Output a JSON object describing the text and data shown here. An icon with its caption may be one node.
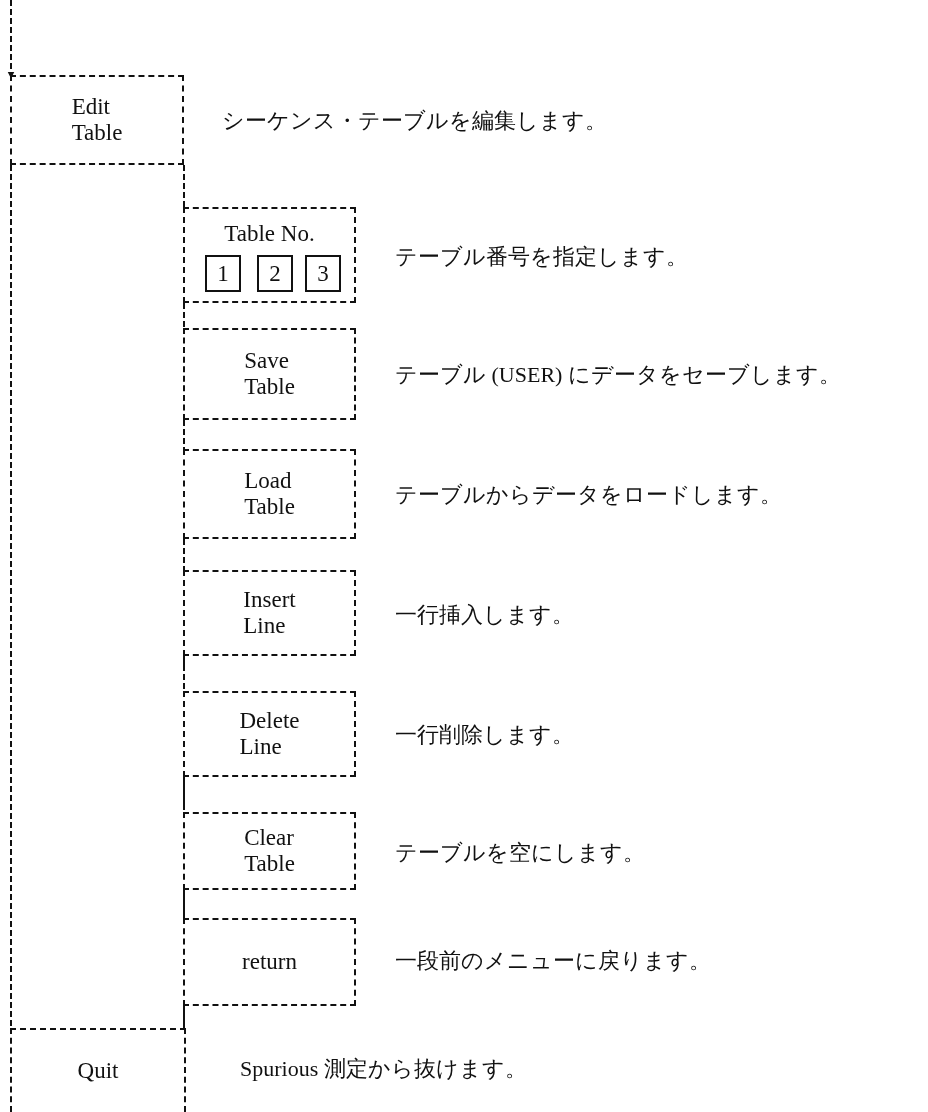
{
  "diagram": {
    "nodes": [
      {
        "text": [
          "Edit Table"
        ],
        "beside": [
          "シーケンス・テーブルを編集します。"
        ]
      },
      {
        "text": [
          "Table No."
        ],
        "beside": [
          "テーブル番号を指定します。"
        ]
      },
      {
        "text": [
          "1"
        ],
        "in": 1
      },
      {
        "text": [
          "2"
        ],
        "in": 1
      },
      {
        "text": [
          "3"
        ],
        "in": 1
      },
      {
        "text": [
          "Save Table"
        ],
        "beside": [
          "テーブル (USER) にデータをセーブします。"
        ]
      },
      {
        "text": [
          "Load Table"
        ],
        "beside": [
          "テーブルからデータをロードします。"
        ]
      },
      {
        "text": [
          "Insert Line"
        ],
        "beside": [
          "一行挿入します。"
        ]
      },
      {
        "text": [
          "Delete Line"
        ],
        "beside": [
          "一行削除します。"
        ]
      },
      {
        "text": [
          "Clear Table"
        ],
        "beside": [
          "テーブルを空にします。"
        ]
      },
      {
        "text": [
          "return"
        ],
        "beside": [
          "一段前のメニューに戻ります。"
        ]
      },
      {
        "text": [
          "Quit"
        ],
        "beside": [
          "Spurious 測定から抜けます。"
        ]
      }
    ],
    "edges": [
      {
        "from": null,
        "to": 0,
        "arrow": "to",
        "style": "dashed"
      },
      {
        "from": 0,
        "to": 11,
        "arrow": "none",
        "style": "dashed"
      },
      {
        "from": 0,
        "to": 1,
        "arrow": "none",
        "style": "dashed"
      },
      {
        "from": 1,
        "to": 5,
        "arrow": "none",
        "style": "dashed"
      },
      {
        "from": 5,
        "to": 6,
        "arrow": "none",
        "style": "dashed"
      },
      {
        "from": 6,
        "to": 7,
        "arrow": "none",
        "style": "dashed"
      },
      {
        "from": 7,
        "to": 8,
        "arrow": "none",
        "style": "dashed"
      },
      {
        "from": 8,
        "to": 9,
        "arrow": "none",
        "style": "dashed"
      },
      {
        "from": 9,
        "to": 10,
        "arrow": "none",
        "style": "dashed"
      }
    ]
  }
}
